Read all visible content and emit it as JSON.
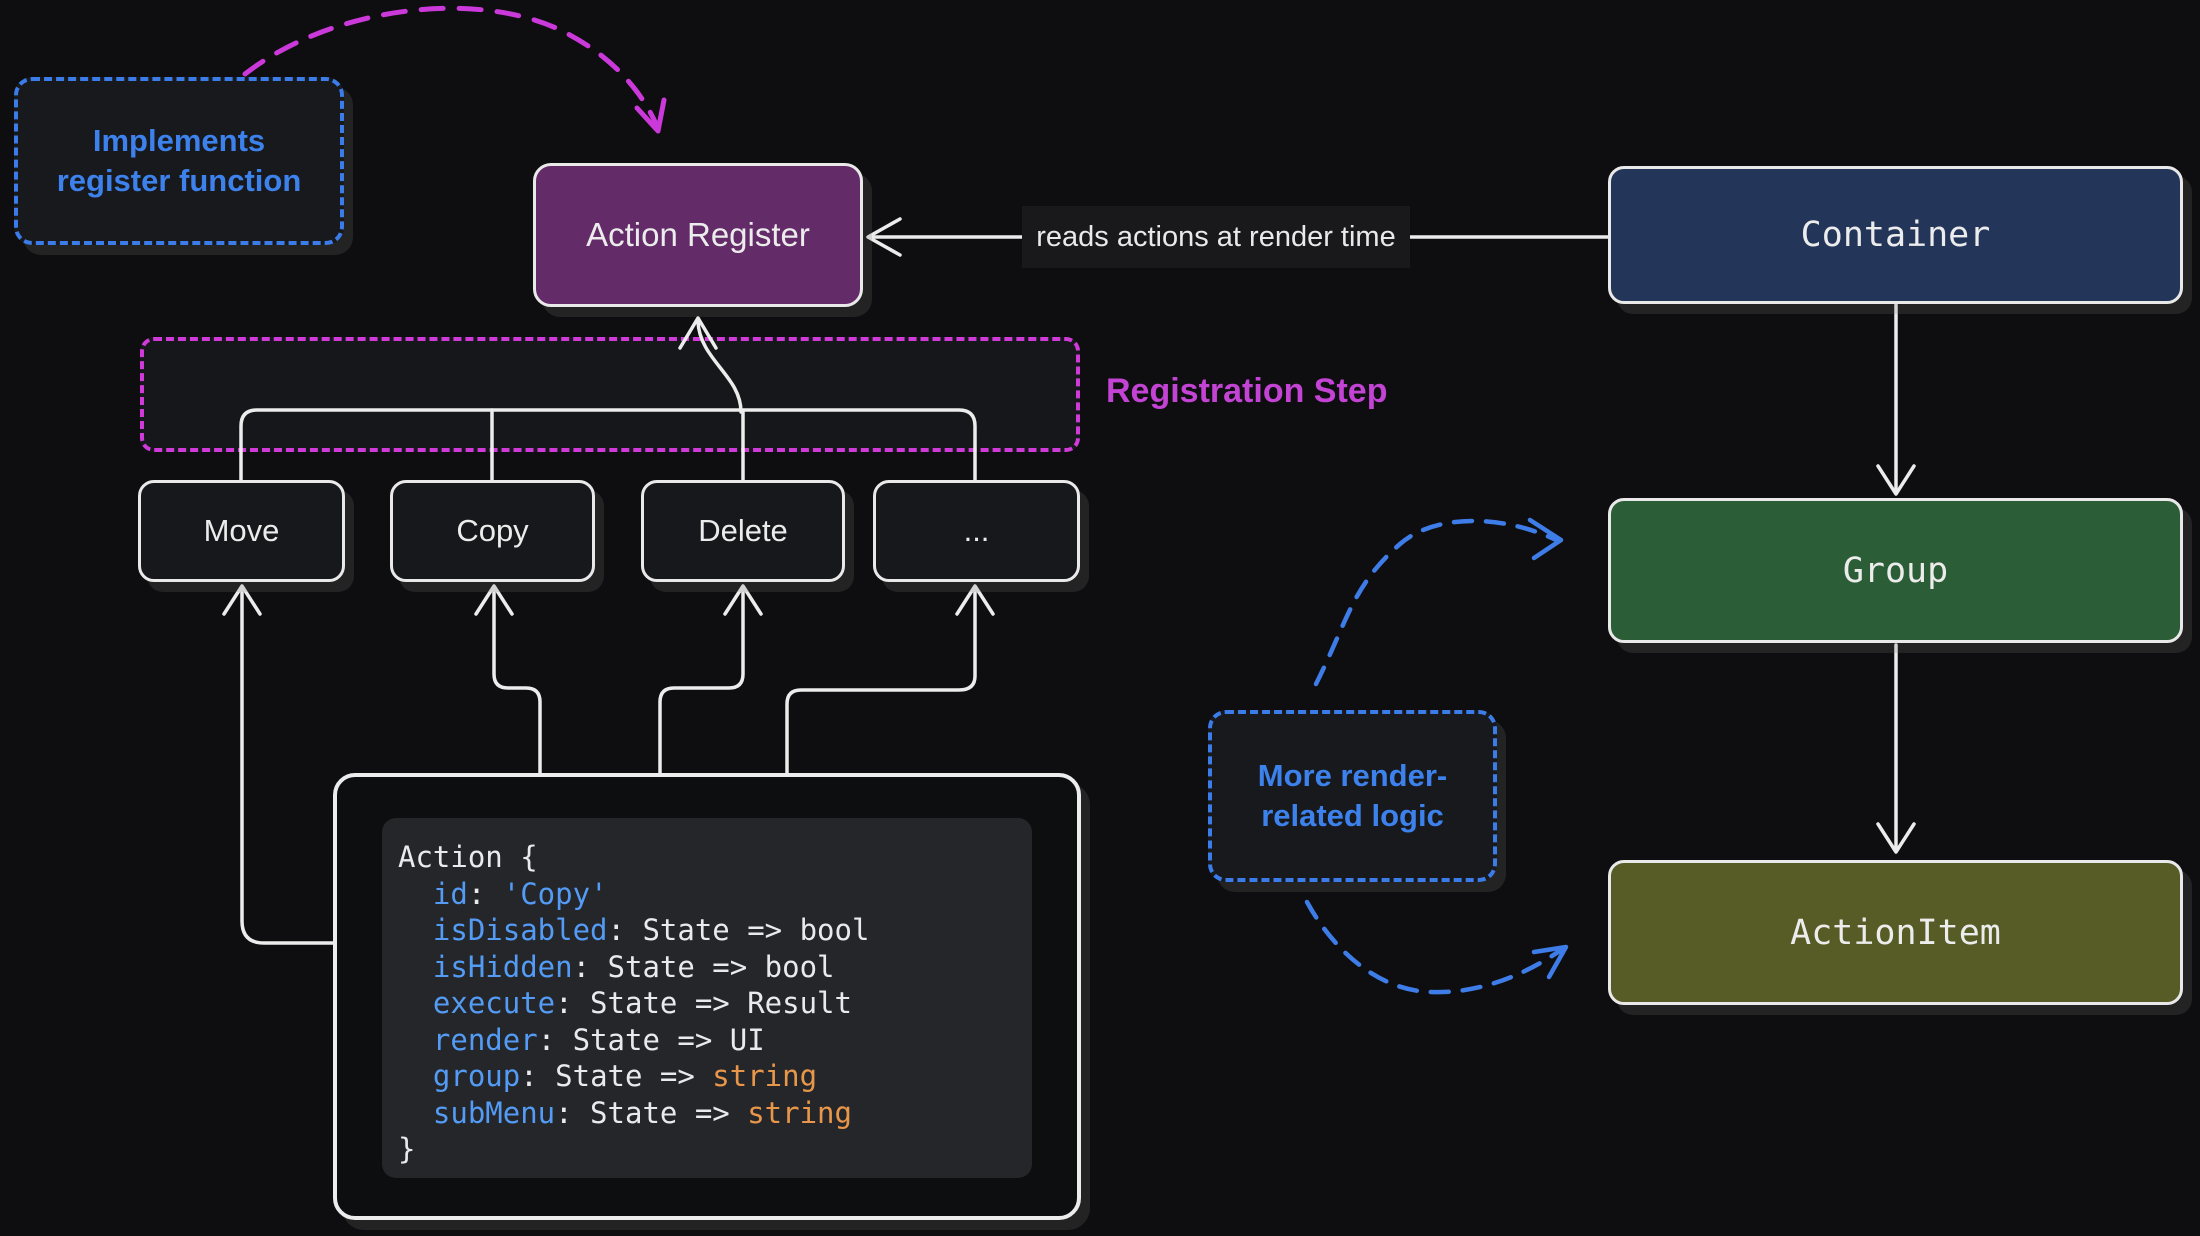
{
  "annotations": {
    "implements_note": {
      "lines": [
        "Implements",
        "register function"
      ],
      "text_color": "#3d82ec",
      "border_color": "#3b7ce8"
    },
    "more_logic_note": {
      "lines": [
        "More render-",
        "related logic"
      ],
      "text_color": "#3d82ec",
      "border_color": "#3b7ce8"
    },
    "registration_group": {
      "label": "Registration Step",
      "color": "#c243d4",
      "border_color": "#cf3ad9"
    },
    "edge_label": "reads actions at render time"
  },
  "nodes": {
    "action_register": {
      "label": "Action Register",
      "fill": "#632b68"
    },
    "container": {
      "label": "Container",
      "fill": "#233659"
    },
    "group": {
      "label": "Group",
      "fill": "#2b5e36"
    },
    "action_item": {
      "label": "ActionItem",
      "fill": "#575b25"
    },
    "move": {
      "label": "Move",
      "fill": "#17181b"
    },
    "copy": {
      "label": "Copy",
      "fill": "#17181b"
    },
    "delete": {
      "label": "Delete",
      "fill": "#17181b"
    },
    "ellipsis": {
      "label": "...",
      "fill": "#17181b"
    }
  },
  "code_block": {
    "lines": [
      [
        {
          "text": "Action {",
          "color": "white"
        }
      ],
      [
        {
          "text": "  ",
          "color": "white"
        },
        {
          "text": "id",
          "color": "blue"
        },
        {
          "text": ": ",
          "color": "white"
        },
        {
          "text": "'Copy'",
          "color": "blue"
        }
      ],
      [
        {
          "text": "  ",
          "color": "white"
        },
        {
          "text": "isDisabled",
          "color": "blue"
        },
        {
          "text": ": State => bool",
          "color": "white"
        }
      ],
      [
        {
          "text": "  ",
          "color": "white"
        },
        {
          "text": "isHidden",
          "color": "blue"
        },
        {
          "text": ": State => bool",
          "color": "white"
        }
      ],
      [
        {
          "text": "  ",
          "color": "white"
        },
        {
          "text": "execute",
          "color": "blue"
        },
        {
          "text": ": State => Result",
          "color": "white"
        }
      ],
      [
        {
          "text": "  ",
          "color": "white"
        },
        {
          "text": "render",
          "color": "blue"
        },
        {
          "text": ": State => UI",
          "color": "white"
        }
      ],
      [
        {
          "text": "  ",
          "color": "white"
        },
        {
          "text": "group",
          "color": "blue"
        },
        {
          "text": ": State => ",
          "color": "white"
        },
        {
          "text": "string",
          "color": "orange"
        }
      ],
      [
        {
          "text": "  ",
          "color": "white"
        },
        {
          "text": "subMenu",
          "color": "blue"
        },
        {
          "text": ": State => ",
          "color": "white"
        },
        {
          "text": "string",
          "color": "orange"
        }
      ],
      [
        {
          "text": "}",
          "color": "white"
        }
      ]
    ],
    "token_colors": {
      "white": "#e8eaed",
      "blue": "#539bf5",
      "orange": "#e8964a"
    }
  },
  "edge_colors": {
    "wire": "#ececec",
    "magenta_dashed": "#cb39da",
    "blue_dashed": "#3e7de8"
  },
  "canvas": {
    "background": "#0e0e10"
  }
}
